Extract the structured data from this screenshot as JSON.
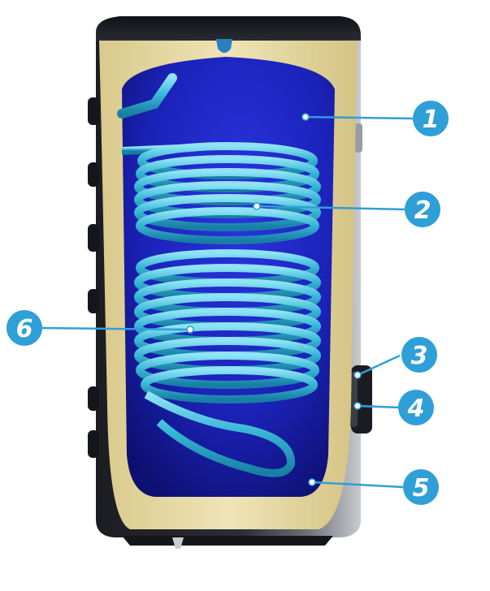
{
  "colors": {
    "background": "#ffffff",
    "callout_fill": "#2f9fd8",
    "leader_line": "#2f9fd8",
    "insulation": "#e9dca8",
    "tank_interior": "#1f23c8",
    "coil": "#37b6d6",
    "jacket_dark": "#2a2c33",
    "jacket_light": "#c7c9cc"
  },
  "callouts": [
    {
      "label": "1"
    },
    {
      "label": "2"
    },
    {
      "label": "3"
    },
    {
      "label": "4"
    },
    {
      "label": "5"
    },
    {
      "label": "6"
    }
  ]
}
